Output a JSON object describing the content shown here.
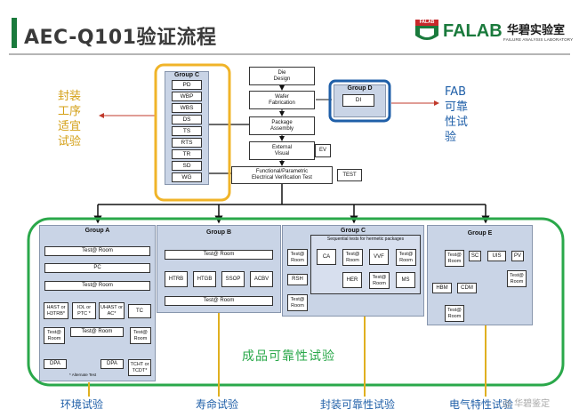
{
  "header": {
    "title": "AEC-Q101验证流程",
    "logo_text": "FALAB",
    "logo_badge": "FALAB",
    "brand_cn": "华碧实验室",
    "brand_en": "FAILURE ANALYSIS LABORATORY",
    "accent": "#1a7a3c",
    "logo_red": "#c8292b"
  },
  "flow": {
    "die_design": "Die\nDesign",
    "wafer_fab": "Wafer\nFabrication",
    "package_assembly": "Package\nAssembly",
    "external_visual": "External\nVisual",
    "ev": "EV",
    "functional": "Functional/Parametric\nElectrical Verification Test",
    "test": "TEST"
  },
  "group_c_top": {
    "title": "Group C",
    "items": [
      "PD",
      "WBP",
      "WBS",
      "DS",
      "TS",
      "RTS",
      "TR",
      "SD",
      "WG"
    ]
  },
  "group_d": {
    "title": "Group D",
    "item": "DI"
  },
  "left_label": "封装\n工序\n适宜\n试验",
  "right_label": "FAB\n可靠\n性试\n验",
  "group_a": {
    "title": "Group A",
    "test_room_1": "Test@ Room",
    "pc": "PC",
    "test_room_2": "Test@ Room",
    "hast": "HAST or\nH3TRB*",
    "iol": "IOL or\nPTC *",
    "uhast": "UHAST or\nAC*",
    "tc": "TC",
    "test_room_l": "Test@\nRoom",
    "test_room_m": "Test@ Room",
    "test_room_r": "Test@\nRoom",
    "dpa_l": "DPA",
    "dpa_r": "DPA",
    "tcht": "TCHT or\nTCDT*",
    "note": "* Alternate Test"
  },
  "group_b": {
    "title": "Group B",
    "test_room_top": "Test@ Room",
    "items": [
      "HTRB",
      "HTGB",
      "SSOP",
      "ACBV"
    ],
    "test_room_bottom": "Test@ Room"
  },
  "group_c_bottom": {
    "title": "Group C",
    "seq_label": "Sequential tests for hermetic packages",
    "test_room_a": "Test@\nRoom",
    "rsh": "RSH",
    "test_room_b": "Test@\nRoom",
    "ca": "CA",
    "test_room_c": "Test@\nRoom",
    "vvf": "VVF",
    "test_room_d": "Test@\nRoom",
    "her": "HER",
    "test_room_e": "Test@\nRoom",
    "ms": "MS"
  },
  "group_e": {
    "title": "Group E",
    "test_room_1": "Test@\nRoom",
    "sc": "SC",
    "uis": "UIS",
    "pv": "PV",
    "hbm": "HBM",
    "cdm": "CDM",
    "test_room_2": "Test@\nRoom",
    "test_room_3": "Test@\nRoom"
  },
  "center_label": "成品可靠性试验",
  "bottom_labels": [
    "环境试验",
    "寿命试验",
    "封装可靠性试验",
    "电气特性试验"
  ],
  "watermark": "@ 华碧鉴定"
}
